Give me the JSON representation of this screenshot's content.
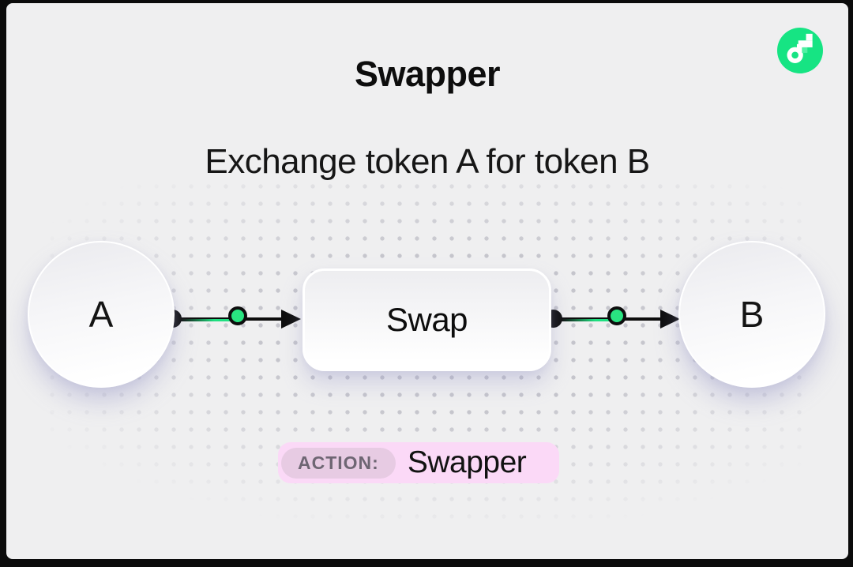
{
  "header": {
    "title": "Swapper",
    "subtitle": "Exchange token A for token B"
  },
  "logo": {
    "name": "flow-logo"
  },
  "diagram": {
    "nodes": [
      {
        "id": "token-a",
        "label": "A",
        "type": "token-circle"
      },
      {
        "id": "swap",
        "label": "Swap",
        "type": "process-box"
      },
      {
        "id": "token-b",
        "label": "B",
        "type": "token-circle"
      }
    ],
    "edges": [
      {
        "from": "token-a",
        "to": "swap"
      },
      {
        "from": "swap",
        "to": "token-b"
      }
    ]
  },
  "action_badge": {
    "label": "ACTION:",
    "value": "Swapper"
  },
  "colors": {
    "background": "#EFEFF0",
    "frame": "#0B0B0B",
    "accent_green": "#29E481",
    "logo_green": "#16E483",
    "badge_pink": "#FBD9F7",
    "badge_label_pill": "#E7CBE3",
    "badge_label_text": "#6E6673",
    "dot_grid": "#C5C5CC",
    "ink": "#0D0D0D"
  }
}
